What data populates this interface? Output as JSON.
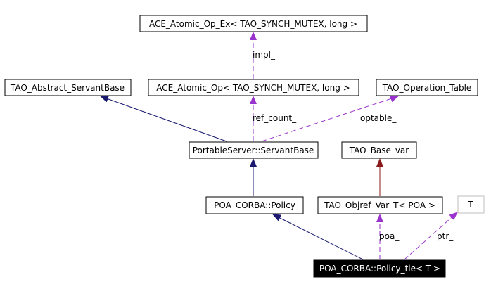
{
  "nodes": {
    "ace_atomic_op_ex": "ACE_Atomic_Op_Ex< TAO_SYNCH_MUTEX, long >",
    "tao_abstract_servantbase": "TAO_Abstract_ServantBase",
    "ace_atomic_op": "ACE_Atomic_Op< TAO_SYNCH_MUTEX, long >",
    "tao_operation_table": "TAO_Operation_Table",
    "portableserver_servantbase": "PortableServer::ServantBase",
    "tao_base_var": "TAO_Base_var",
    "poa_corba_policy": "POA_CORBA::Policy",
    "tao_objref_var_t": "TAO_Objref_Var_T< POA >",
    "t": "T",
    "poa_corba_policy_tie": "POA_CORBA::Policy_tie< T >"
  },
  "edge_labels": {
    "impl": "impl_",
    "ref_count": "ref_count_",
    "optable": "optable_",
    "poa": "poa_",
    "ptr": "ptr_"
  },
  "colors": {
    "public_inheritance": "#191970",
    "protected_inheritance": "#8b1a1a",
    "usage": "#9a32cd",
    "focus_fill": "#000000",
    "focus_text": "#ffffff"
  }
}
